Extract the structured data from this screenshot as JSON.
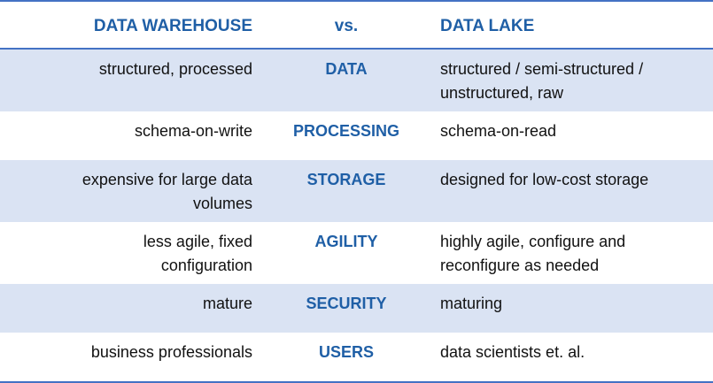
{
  "header": {
    "left": "DATA WAREHOUSE",
    "middle": "vs.",
    "right": "DATA LAKE"
  },
  "rows": [
    {
      "warehouse": "structured, processed",
      "attribute": "DATA",
      "lake": "structured / semi-structured / unstructured, raw"
    },
    {
      "warehouse": "schema-on-write",
      "attribute": "PROCESSING",
      "lake": "schema-on-read"
    },
    {
      "warehouse": "expensive for large data volumes",
      "attribute": "STORAGE",
      "lake": "designed for low-cost storage"
    },
    {
      "warehouse": "less agile, fixed configuration",
      "attribute": "AGILITY",
      "lake": "highly agile, configure and reconfigure as needed"
    },
    {
      "warehouse": "mature",
      "attribute": "SECURITY",
      "lake": "maturing"
    },
    {
      "warehouse": "business professionals",
      "attribute": "USERS",
      "lake": "data scientists et. al."
    }
  ],
  "colors": {
    "accent": "#1f5fa6",
    "border": "#4472c4",
    "shade": "#dae3f3"
  }
}
